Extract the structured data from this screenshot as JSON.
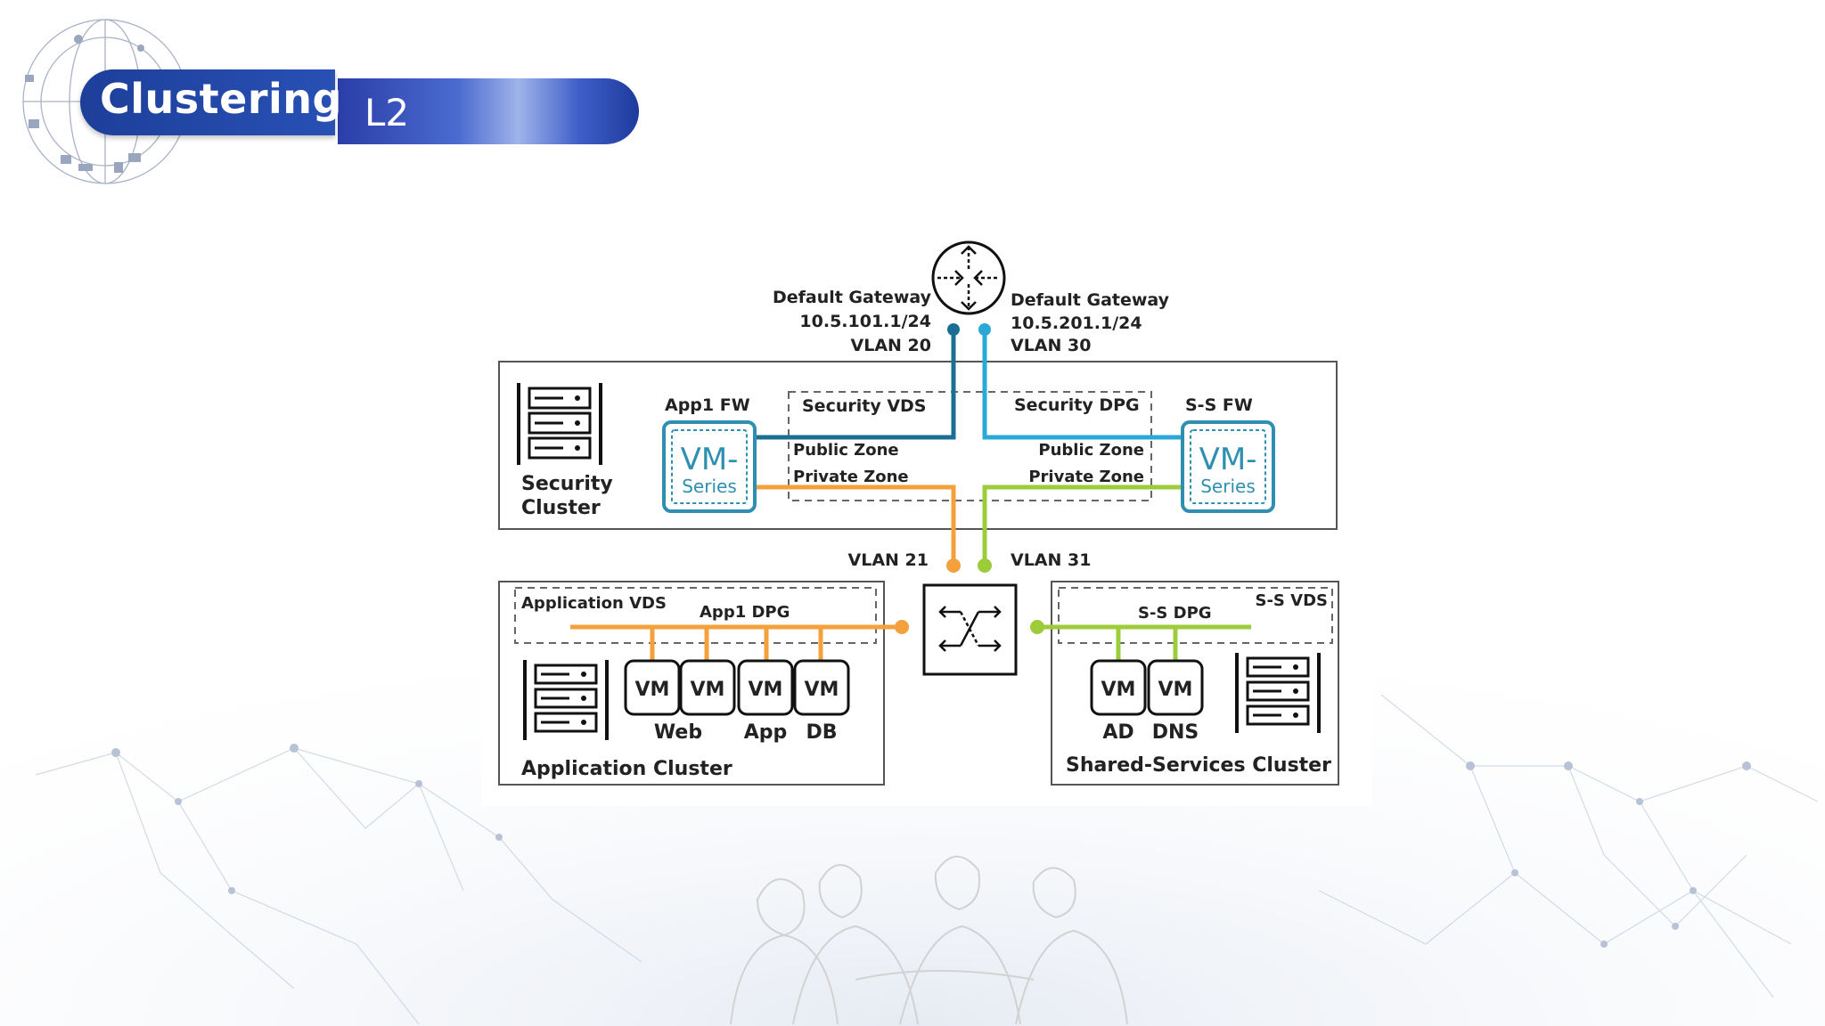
{
  "header": {
    "title": "Clustering",
    "subtitle": "L2"
  },
  "diagram": {
    "router": {
      "gateway_left": {
        "label": "Default Gateway",
        "ip": "10.5.101.1/24",
        "vlan": "VLAN 20"
      },
      "gateway_right": {
        "label": "Default Gateway",
        "ip": "10.5.201.1/24",
        "vlan": "VLAN 30"
      }
    },
    "security_cluster": {
      "name_line1": "Security",
      "name_line2": "Cluster",
      "app_fw_label": "App1 FW",
      "ss_fw_label": "S-S FW",
      "vds_label": "Security VDS",
      "dpg_label": "Security DPG",
      "public_zone_left": "Public Zone",
      "private_zone_left": "Private Zone",
      "public_zone_right": "Public Zone",
      "private_zone_right": "Private Zone",
      "vm_series_top": "VM-",
      "vm_series_bottom": "Series"
    },
    "vlan_21": "VLAN 21",
    "vlan_31": "VLAN 31",
    "application_cluster": {
      "name": "Application Cluster",
      "vds_label": "Application VDS",
      "dpg_label": "App1 DPG",
      "vm_label": "VM",
      "roles": [
        "Web",
        "App",
        "DB"
      ]
    },
    "shared_services_cluster": {
      "name": "Shared-Services Cluster",
      "vds_label": "S-S VDS",
      "dpg_label": "S-S DPG",
      "vm_label": "VM",
      "roles": [
        "AD",
        "DNS"
      ]
    },
    "colors": {
      "vlan20": "#1c6f94",
      "vlan30": "#2aa9d8",
      "vlan21": "#f4a03c",
      "vlan31": "#9ccc3a",
      "vm_series": "#2f8fb0"
    }
  }
}
